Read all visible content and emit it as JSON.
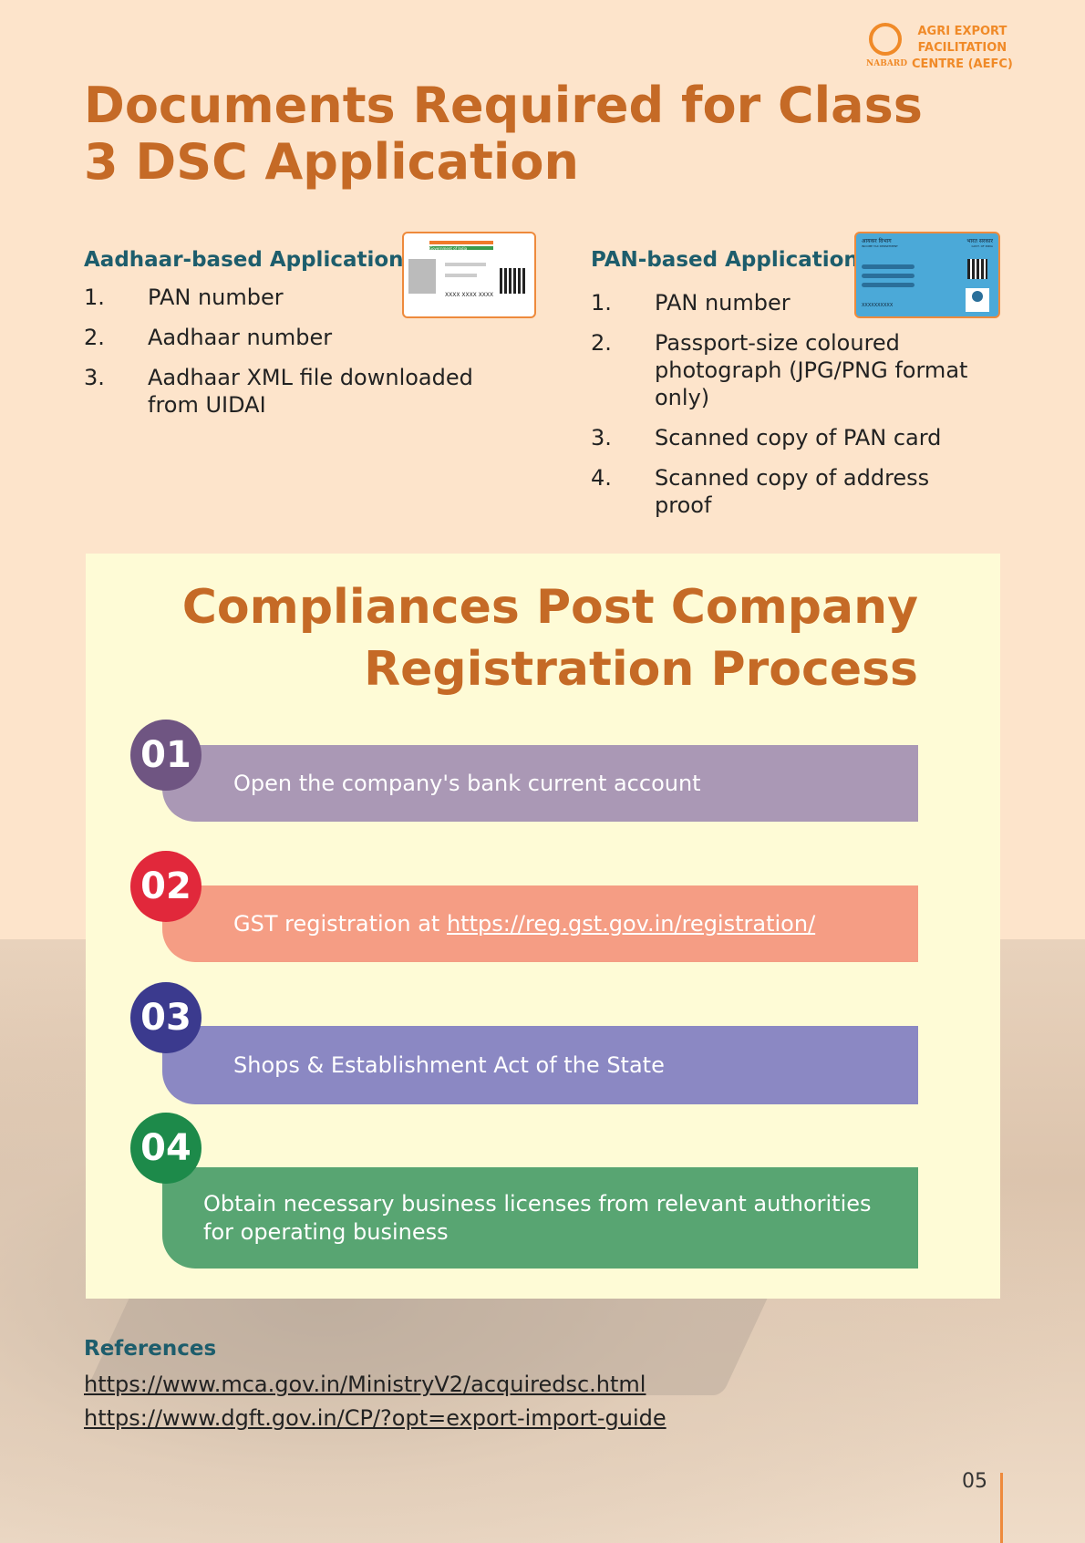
{
  "logo": {
    "org": "NABARD",
    "line1": "AGRI EXPORT",
    "line2": "FACILITATION",
    "line3": "CENTRE (AEFC)"
  },
  "title": "Documents Required for Class 3 DSC Application",
  "aadhaar": {
    "heading": "Aadhaar-based Application",
    "items": [
      {
        "n": "1.",
        "t": "PAN number"
      },
      {
        "n": "2.",
        "t": "Aadhaar number"
      },
      {
        "n": "3.",
        "t": "Aadhaar XML file downloaded from UIDAI"
      }
    ],
    "card": {
      "gov": "Government of India",
      "number": "XXXX XXXX XXXX"
    }
  },
  "pan": {
    "heading": "PAN-based Application",
    "items": [
      {
        "n": "1.",
        "t": "PAN number"
      },
      {
        "n": "2.",
        "t": "Passport-size coloured photograph (JPG/PNG format only)"
      },
      {
        "n": "3.",
        "t": "Scanned copy of PAN card"
      },
      {
        "n": "4.",
        "t": "Scanned copy of address proof"
      }
    ],
    "card": {
      "left": "आयकर विभाग",
      "left_en": "INCOME TAX DEPARTMENT",
      "right": "भारत सरकार",
      "right_en": "GOVT. OF INDIA",
      "number": "XXXXXXXXXX"
    }
  },
  "compliance": {
    "title_line1": "Compliances Post Company",
    "title_line2": "Registration Process",
    "steps": [
      {
        "num": "01",
        "text": "Open the company's bank current account",
        "link": "",
        "color": "#aa98b5",
        "circle": "#6f5582"
      },
      {
        "num": "02",
        "text": "GST registration at ",
        "link": "https://reg.gst.gov.in/registration/",
        "color": "#f59d84",
        "circle": "#e1283b"
      },
      {
        "num": "03",
        "text": "Shops & Establishment Act of the State",
        "link": "",
        "color": "#8b88c3",
        "circle": "#3b3a8e"
      },
      {
        "num": "04",
        "text": "Obtain necessary business licenses from relevant authorities for operating business",
        "link": "",
        "color": "#58a572",
        "circle": "#1d8a4a"
      }
    ]
  },
  "references": {
    "heading": "References",
    "links": [
      "https://www.mca.gov.in/MinistryV2/acquiredsc.html",
      "https://www.dgft.gov.in/CP/?opt=export-import-guide"
    ]
  },
  "page_number": "05"
}
